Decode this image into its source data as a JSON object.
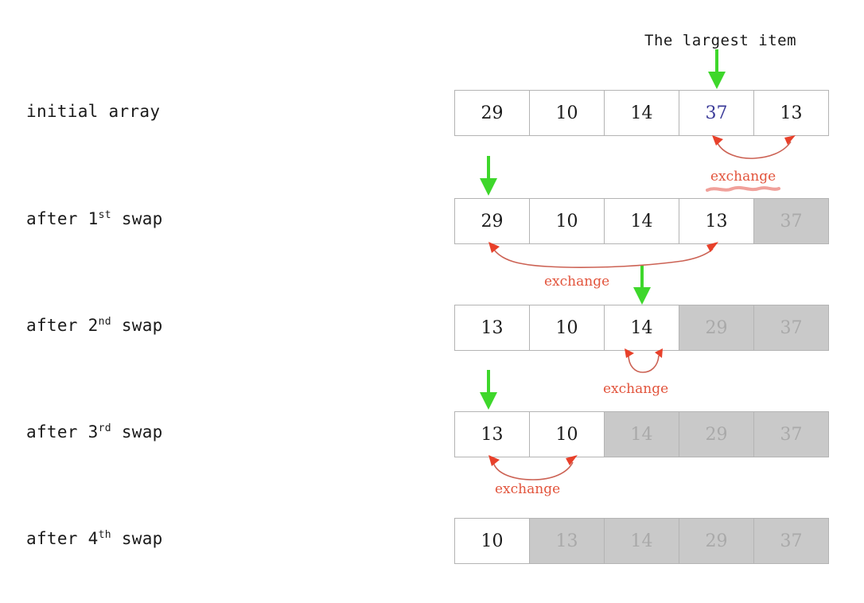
{
  "heading": {
    "largest_item_label": "The largest item"
  },
  "colors": {
    "pointer_green": "#3ed72b",
    "exchange_red": "#e2543c",
    "connector_red": "#cc6254",
    "underline_pink": "#f0a09a",
    "highlight_blue": "#3b3b99",
    "sorted_fill": "#c9c9c9",
    "sorted_text": "#a9a9a9",
    "cell_border": "#b4b4b4",
    "text_dark": "#1a1a1a",
    "background": "#ffffff"
  },
  "icons": {
    "pointer": "down-arrow-icon",
    "connector": "exchange-connector-icon",
    "underline": "squiggle-underline-icon"
  },
  "exchange_label": "exchange",
  "rows": [
    {
      "id": "initial",
      "label_prefix": "initial array",
      "label_ordinal": "",
      "label_suffix": "",
      "values": [
        "29",
        "10",
        "14",
        "37",
        "13"
      ],
      "sorted_from": 5,
      "highlight_index": 3
    },
    {
      "id": "swap1",
      "label_prefix": "after ",
      "label_ordinal_num": "1",
      "label_ordinal_sup": "st",
      "label_suffix": " swap",
      "values": [
        "29",
        "10",
        "14",
        "13",
        "37"
      ],
      "sorted_from": 4,
      "highlight_index": -1
    },
    {
      "id": "swap2",
      "label_prefix": "after ",
      "label_ordinal_num": "2",
      "label_ordinal_sup": "nd",
      "label_suffix": " swap",
      "values": [
        "13",
        "10",
        "14",
        "29",
        "37"
      ],
      "sorted_from": 3,
      "highlight_index": -1
    },
    {
      "id": "swap3",
      "label_prefix": "after ",
      "label_ordinal_num": "3",
      "label_ordinal_sup": "rd",
      "label_suffix": " swap",
      "values": [
        "13",
        "10",
        "14",
        "29",
        "37"
      ],
      "sorted_from": 2,
      "highlight_index": -1
    },
    {
      "id": "swap4",
      "label_prefix": "after ",
      "label_ordinal_num": "4",
      "label_ordinal_sup": "th",
      "label_suffix": " swap",
      "values": [
        "10",
        "13",
        "14",
        "29",
        "37"
      ],
      "sorted_from": 1,
      "highlight_index": -1
    }
  ],
  "pointers": [
    {
      "id": "pointer-largest",
      "target_row": "initial",
      "target_index": 3
    },
    {
      "id": "pointer-swap1",
      "target_row": "swap1",
      "target_index": 0
    },
    {
      "id": "pointer-swap2",
      "target_row": "swap2",
      "target_index": 2
    },
    {
      "id": "pointer-swap3",
      "target_row": "swap3",
      "target_index": 0
    }
  ],
  "exchanges": [
    {
      "id": "exchange-1",
      "between_rows": "initial-to-swap1",
      "from_index": 3,
      "to_index": 4,
      "has_underline": true
    },
    {
      "id": "exchange-2",
      "between_rows": "swap1-to-swap2",
      "from_index": 0,
      "to_index": 3,
      "has_underline": false
    },
    {
      "id": "exchange-3",
      "between_rows": "swap2-to-swap3",
      "from_index": 2,
      "to_index": 2,
      "has_underline": false
    },
    {
      "id": "exchange-4",
      "between_rows": "swap3-to-swap4",
      "from_index": 0,
      "to_index": 1,
      "has_underline": false
    }
  ]
}
